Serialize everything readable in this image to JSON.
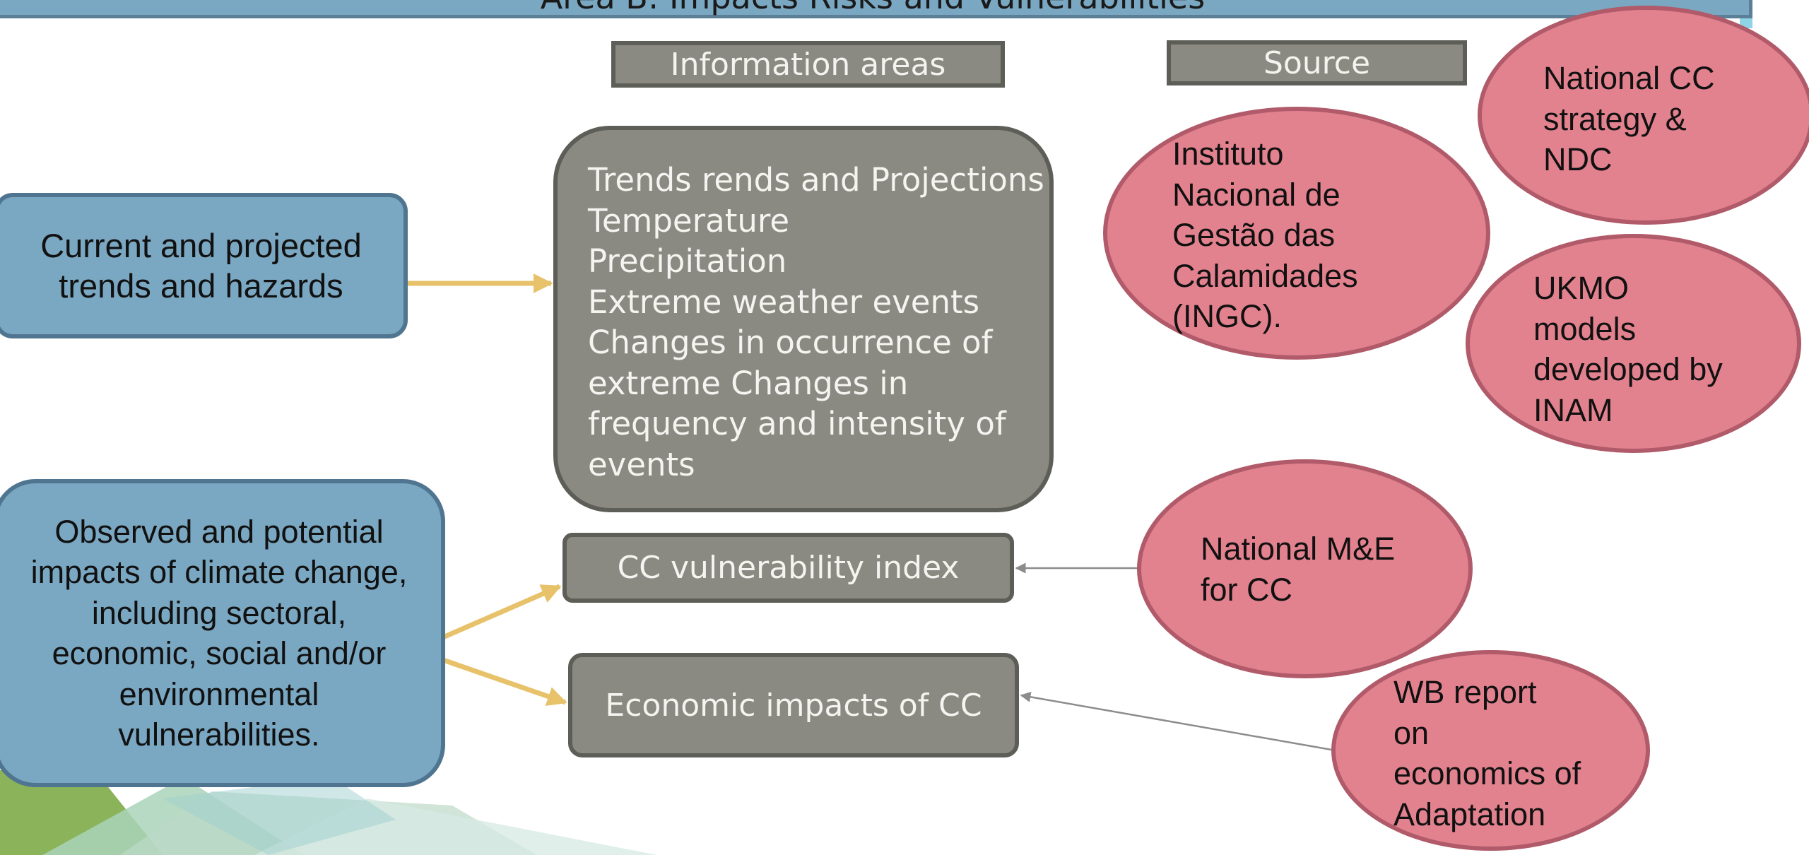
{
  "title": "Area B: Impacts Risks and Vulnerabilities",
  "headers": {
    "information_areas": "Information areas",
    "source": "Source"
  },
  "themes": {
    "trends": "Current and projected\ntrends and hazards",
    "impacts": "Observed and potential\nimpacts of climate change,\nincluding sectoral,\neconomic, social and/or\nenvironmental\nvulnerabilities."
  },
  "info_areas": {
    "trends": "Trends rends and Projections\nTemperature\nPrecipitation\nExtreme weather events\nChanges in occurrence of\nextreme Changes in\nfrequency and intensity of\nevents",
    "vulnerability_index": "CC vulnerability index",
    "economic_impacts": "Economic impacts of CC"
  },
  "sources": {
    "national_strategy": "National CC\nstrategy &\nNDC",
    "ingc": "Instituto\nNacional de\nGestão das\nCalamidades\n(INGC).",
    "ukmo": "UKMO\nmodels\ndeveloped by\nINAM",
    "national_me": "National M&E\nfor CC",
    "wb_report": "WB report\non\neconomics of\nAdaptation"
  },
  "colors": {
    "theme_box": "#7aa7c2",
    "info_box": "#8a8a82",
    "source_ellipse": "#e3828f",
    "arrow_primary": "#e7c26a",
    "arrow_secondary": "#8c8c8c"
  }
}
